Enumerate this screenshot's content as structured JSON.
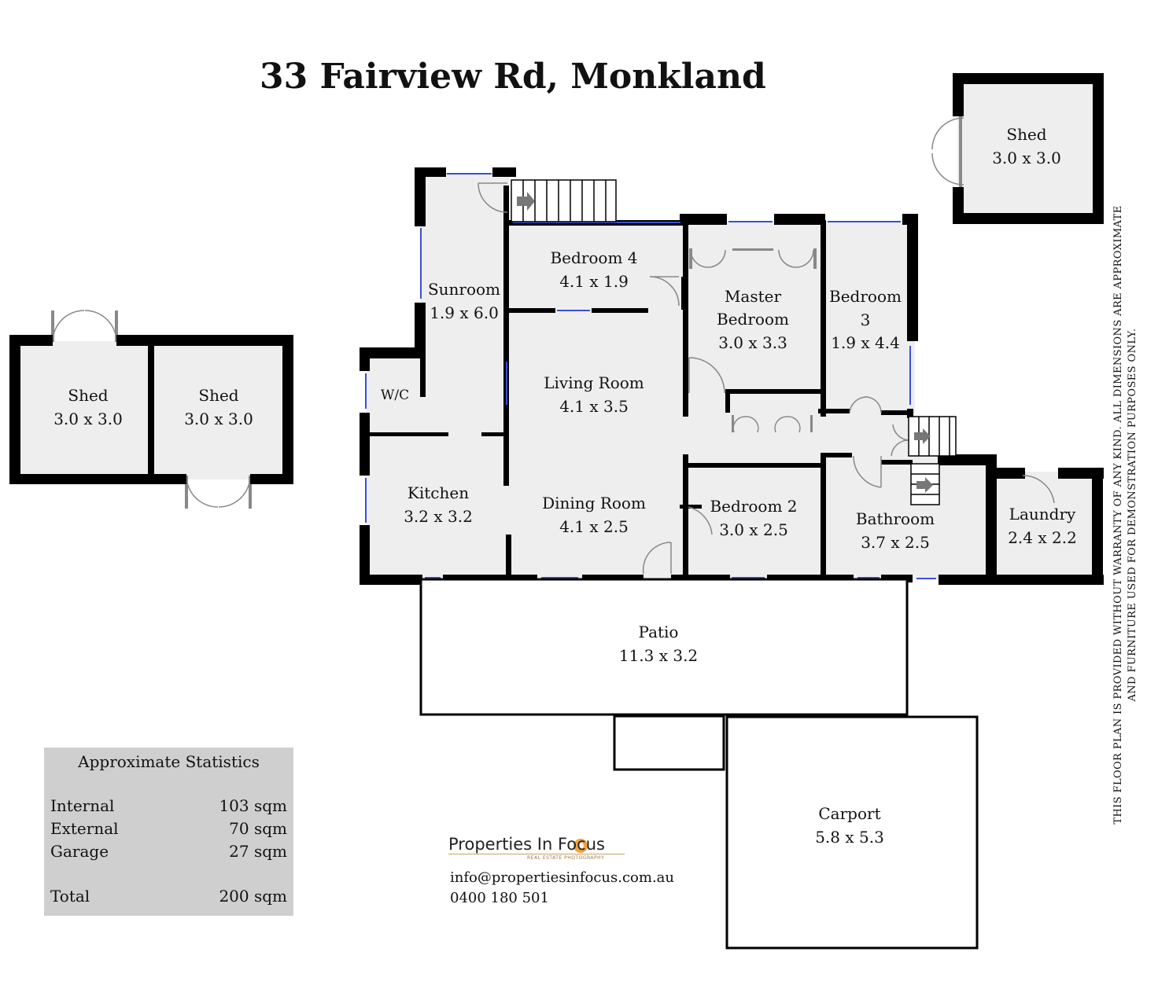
{
  "title": "33 Fairview Rd, Monkland",
  "disclaimer": {
    "line1": "THIS FLOOR PLAN IS PROVIDED WITHOUT WARRANTY OF ANY KIND. ALL DIMENSIONS ARE APPROXIMATE",
    "line2": "AND FURNITURE USED FOR DEMONSTRATION PURPOSES ONLY."
  },
  "rooms": {
    "sunroom": {
      "name": "Sunroom",
      "size": "1.9 x 6.0"
    },
    "bedroom4": {
      "name": "Bedroom 4",
      "size": "4.1 x 1.9"
    },
    "master": {
      "name1": "Master",
      "name2": "Bedroom",
      "size": "3.0 x 3.3"
    },
    "bedroom3": {
      "name1": "Bedroom",
      "name2": "3",
      "size": "1.9 x 4.4"
    },
    "wc": {
      "name": "W/C"
    },
    "living": {
      "name": "Living Room",
      "size": "4.1 x 3.5"
    },
    "kitchen": {
      "name": "Kitchen",
      "size": "3.2 x 3.2"
    },
    "dining": {
      "name": "Dining Room",
      "size": "4.1 x 2.5"
    },
    "bedroom2": {
      "name": "Bedroom 2",
      "size": "3.0 x 2.5"
    },
    "bathroom": {
      "name": "Bathroom",
      "size": "3.7 x 2.5"
    },
    "laundry": {
      "name": "Laundry",
      "size": "2.4 x 2.2"
    },
    "patio": {
      "name": "Patio",
      "size": "11.3 x 3.2"
    },
    "carport": {
      "name": "Carport",
      "size": "5.8 x 5.3"
    },
    "shed_top": {
      "name": "Shed",
      "size": "3.0 x 3.0"
    },
    "shed_left_a": {
      "name": "Shed",
      "size": "3.0 x 3.0"
    },
    "shed_left_b": {
      "name": "Shed",
      "size": "3.0 x 3.0"
    }
  },
  "stats": {
    "title": "Approximate Statistics",
    "rows": [
      {
        "label": "Internal",
        "value": "103 sqm"
      },
      {
        "label": "External",
        "value": "70 sqm"
      },
      {
        "label": "Garage",
        "value": "27 sqm"
      },
      {
        "label": "Total",
        "value": "200 sqm"
      }
    ]
  },
  "brand": {
    "name": "Properties In Focus",
    "tagline": "REAL ESTATE PHOTOGRAPHY",
    "email": "info@propertiesinfocus.com.au",
    "phone": "0400 180 501"
  },
  "colors": {
    "wall": "#000000",
    "floor": "#eeeeee",
    "window": "#3a4fd6",
    "stats_bg": "#cfcfcf",
    "brand_accent": "#f2a33a"
  }
}
